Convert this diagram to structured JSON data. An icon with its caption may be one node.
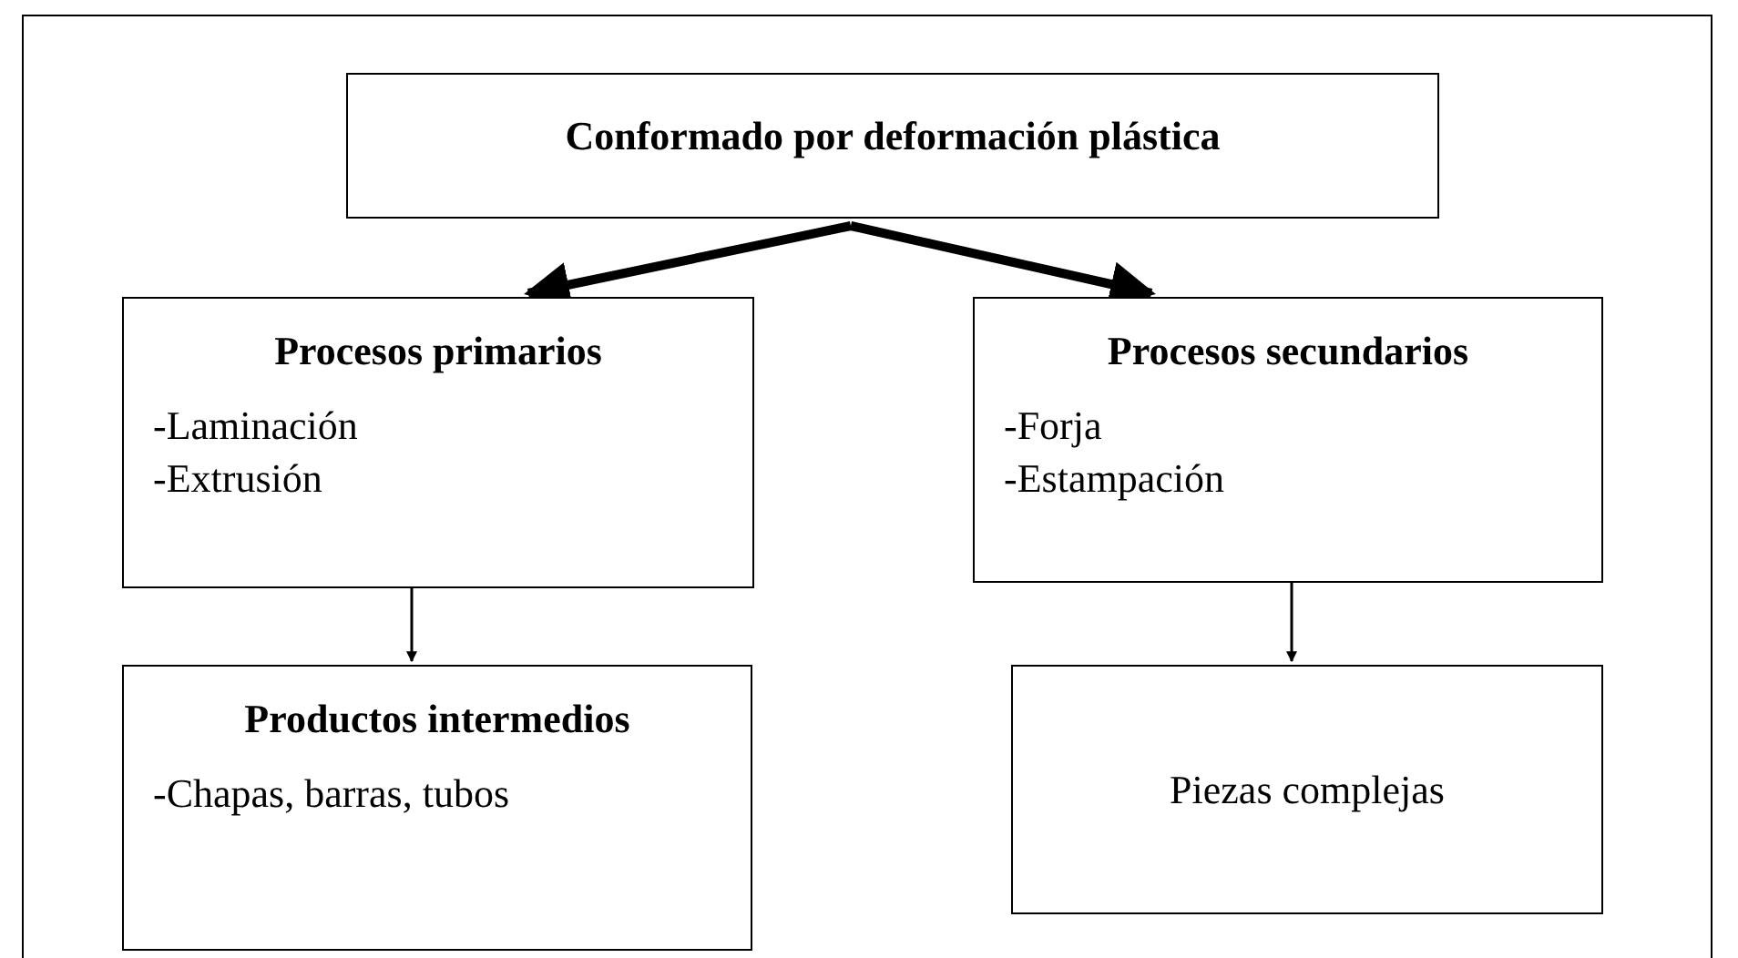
{
  "diagram": {
    "nodes": [
      {
        "text": [
          "Conformado por deformación plástica"
        ]
      },
      {
        "text": [
          "Procesos primarios",
          "-Laminación",
          "-Extrusión"
        ]
      },
      {
        "text": [
          "Procesos secundarios",
          "-Forja",
          "-Estampación"
        ]
      },
      {
        "text": [
          "Productos intermedios",
          "-Chapas, barras, tubos"
        ]
      },
      {
        "text": [
          "Piezas complejas"
        ]
      }
    ],
    "edges": [
      {
        "from": 0,
        "to": 1,
        "arrow": "to",
        "style": "thick"
      },
      {
        "from": 0,
        "to": 2,
        "arrow": "to",
        "style": "thick"
      },
      {
        "from": 1,
        "to": 3,
        "arrow": "to"
      },
      {
        "from": 2,
        "to": 4,
        "arrow": "to"
      }
    ]
  }
}
